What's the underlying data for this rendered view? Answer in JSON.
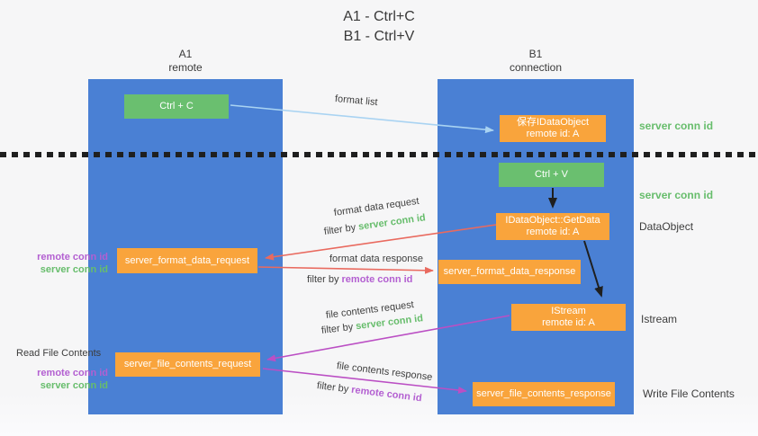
{
  "title": {
    "line1": "A1 - Ctrl+C",
    "line2": "B1 - Ctrl+V"
  },
  "columns": {
    "a1": {
      "name": "A1",
      "subtitle": "remote"
    },
    "b1": {
      "name": "B1",
      "subtitle": "connection"
    }
  },
  "nodes": {
    "ctrl_c": {
      "label": "Ctrl + C"
    },
    "save_dataobject": {
      "line1": "保存IDataObject",
      "line2": "remote id: A"
    },
    "ctrl_v": {
      "label": "Ctrl + V"
    },
    "getdata": {
      "line1": "IDataObject::GetData",
      "line2": "remote id: A"
    },
    "istream": {
      "line1": "IStream",
      "line2": "remote id: A"
    },
    "server_format_data_request": {
      "label": "server_format_data_request"
    },
    "server_format_data_response": {
      "label": "server_format_data_response"
    },
    "server_file_contents_request": {
      "label": "server_file_contents_request"
    },
    "server_file_contents_response": {
      "label": "server_file_contents_response"
    }
  },
  "edge_labels": {
    "format_list": "format list",
    "format_data_request": "format data request",
    "format_data_response": "format data response",
    "file_contents_request": "file contents request",
    "file_contents_response": "file contents response",
    "filter_by": "filter by",
    "server_conn_id": "server conn id",
    "remote_conn_id": "remote conn id"
  },
  "side_labels": {
    "server_conn_id_top_right": "server conn id",
    "server_conn_id_mid_right": "server conn id",
    "dataobject": "DataObject",
    "istream": "Istream",
    "write_file_contents": "Write File Contents",
    "read_file_contents": "Read File Contents",
    "remote_conn_id": "remote conn id",
    "server_conn_id": "server conn id"
  },
  "colors": {
    "column_blue": "#4a80d4",
    "box_orange": "#f9a43c",
    "box_green": "#6abf6f",
    "green_text": "#67bd6c",
    "purple_text": "#b35fd1",
    "arrow_red": "#e96a5f",
    "arrow_magenta": "#bb4fc4",
    "arrow_blue": "#a9d3f2",
    "arrow_black": "#1f1f1f"
  }
}
